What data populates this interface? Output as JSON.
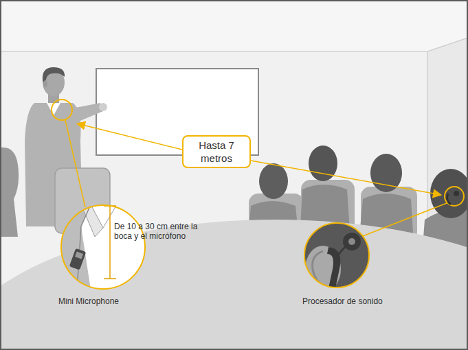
{
  "diagram": {
    "nodes": [
      {
        "text": [
          "Hasta 7 metros"
        ]
      },
      {
        "text": [
          "Mini Microphone"
        ]
      },
      {
        "text": [
          "Procesador de sonido"
        ]
      }
    ],
    "labels": [
      "De 10 a 30 cm entre la boca y el micrófono"
    ]
  }
}
